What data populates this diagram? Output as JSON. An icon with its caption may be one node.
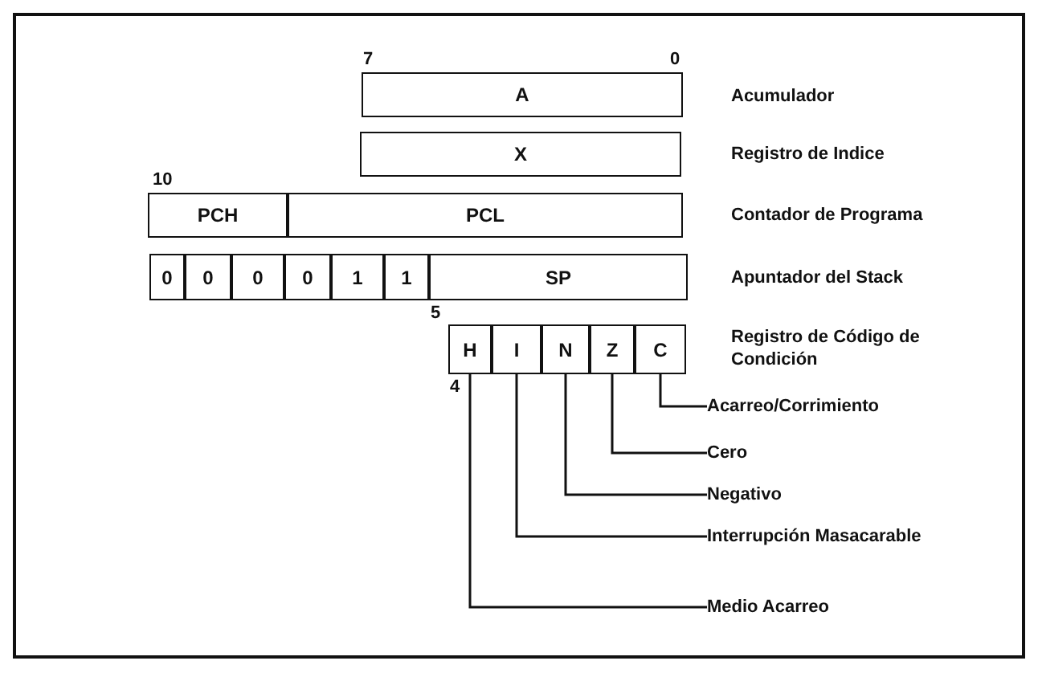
{
  "diagram": {
    "nodes": [
      {
        "text": [
          "A"
        ]
      },
      {
        "text": [
          "X"
        ]
      },
      {
        "text": [
          "PCH"
        ]
      },
      {
        "text": [
          "PCL"
        ]
      },
      {
        "text": [
          "0"
        ]
      },
      {
        "text": [
          "0"
        ]
      },
      {
        "text": [
          "0"
        ]
      },
      {
        "text": [
          "0"
        ]
      },
      {
        "text": [
          "1"
        ]
      },
      {
        "text": [
          "1"
        ]
      },
      {
        "text": [
          "SP"
        ]
      },
      {
        "text": [
          "H"
        ]
      },
      {
        "text": [
          "I"
        ]
      },
      {
        "text": [
          "N"
        ]
      },
      {
        "text": [
          "Z"
        ]
      },
      {
        "text": [
          "C"
        ]
      },
      {
        "text": [
          "Acarreo/Corrimiento"
        ]
      },
      {
        "text": [
          "Cero"
        ]
      },
      {
        "text": [
          "Negativo"
        ]
      },
      {
        "text": [
          "Interrupción Masacarable"
        ]
      },
      {
        "text": [
          "Medio Acarreo"
        ]
      }
    ],
    "edges": [
      {
        "from": 16,
        "to": 15,
        "arrow": "none"
      },
      {
        "from": 17,
        "to": 14,
        "arrow": "none"
      },
      {
        "from": 18,
        "to": 13,
        "arrow": "none"
      },
      {
        "from": 19,
        "to": 12,
        "arrow": "none"
      },
      {
        "from": 20,
        "to": 11,
        "arrow": "none"
      }
    ],
    "labels": [
      "7",
      "0",
      "Acumulador",
      "Registro de Indice",
      "10",
      "Contador de Programa",
      "Apuntador del Stack",
      "5",
      "Registro de Código de Condición",
      "4"
    ]
  }
}
